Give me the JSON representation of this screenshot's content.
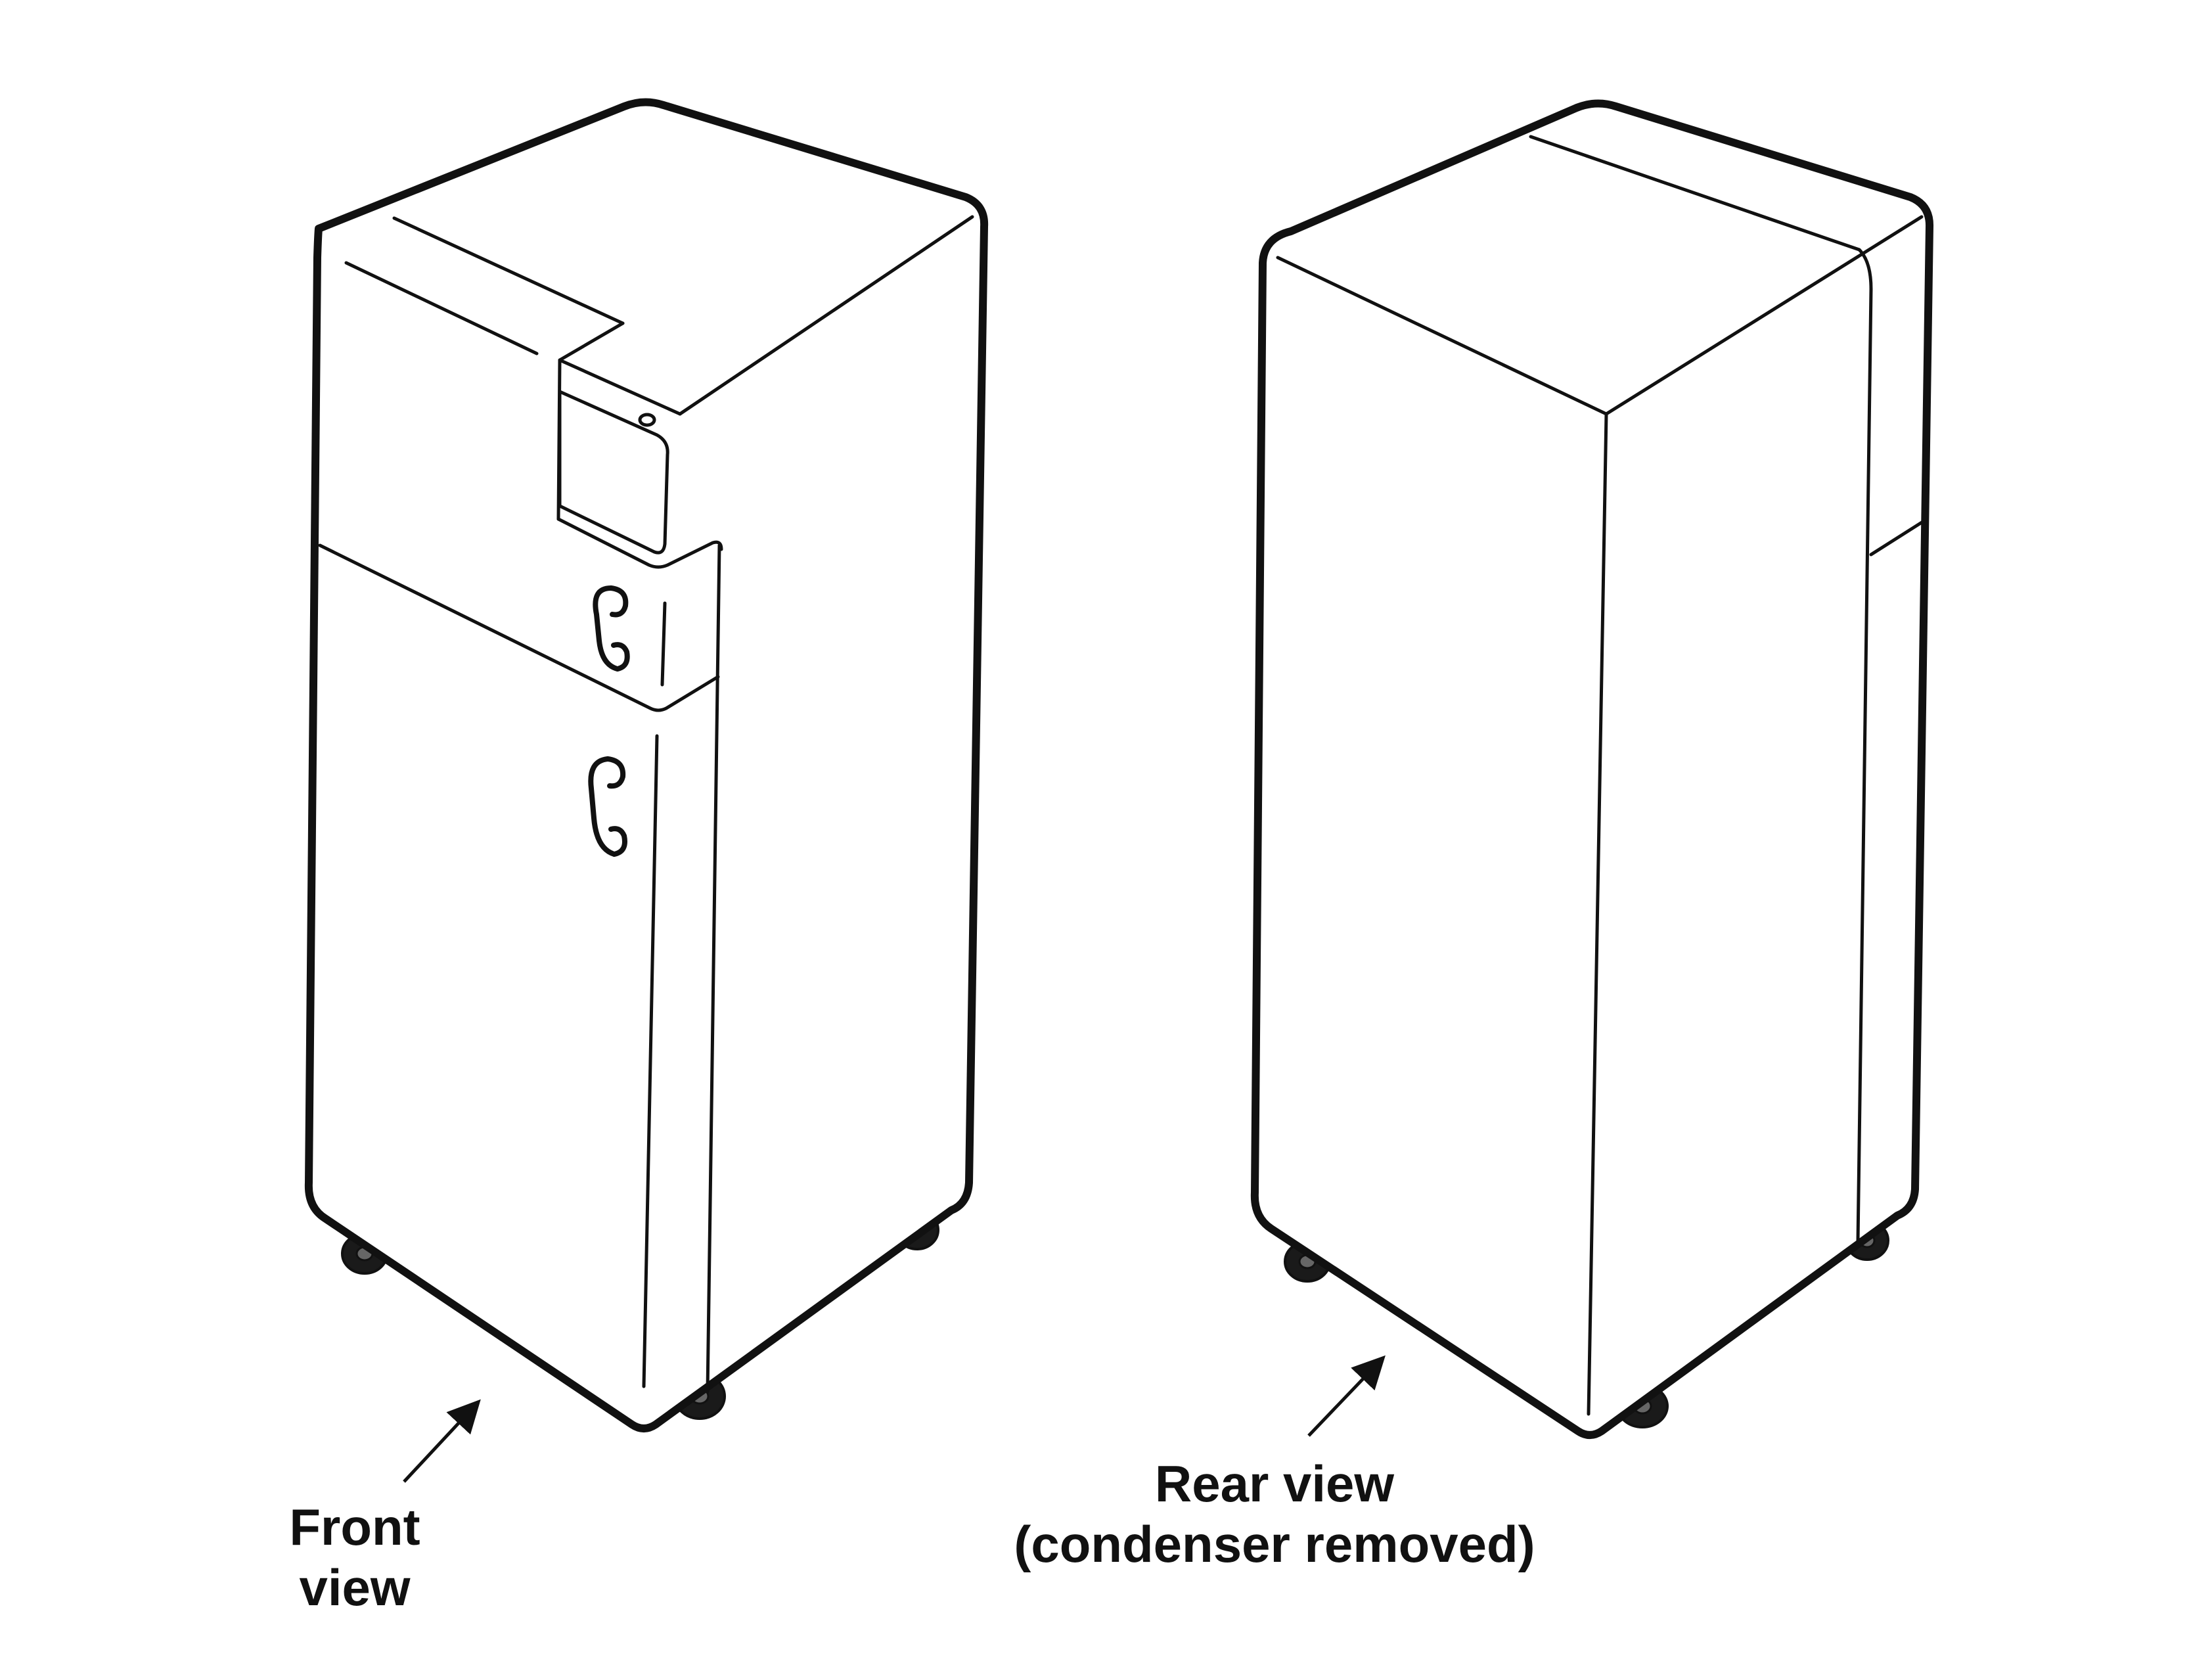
{
  "views": {
    "front": {
      "line1": "Front",
      "line2": "view"
    },
    "rear": {
      "line1": "Rear view",
      "line2": "(condenser removed)"
    }
  },
  "colors": {
    "line": "#111111",
    "background": "#ffffff",
    "wheel": "#1a1a1a"
  }
}
